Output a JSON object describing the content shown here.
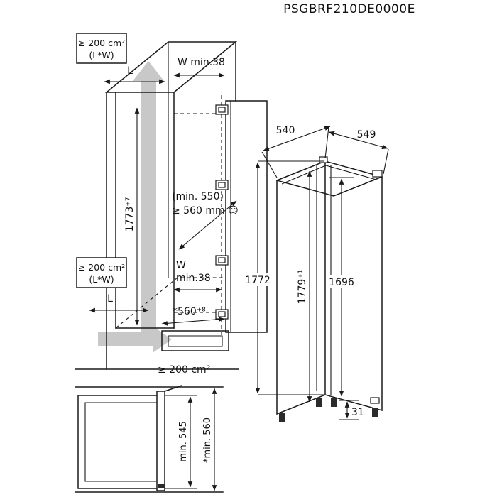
{
  "title": "PSGBRF210DE0000E",
  "labels": {
    "vent_top_area": "≥ 200 cm²",
    "vent_top_unit": "(L*W)",
    "vent_mid_area": "≥ 200 cm²",
    "vent_mid_unit": "(L*W)",
    "vent_bottom_area": "≥ 200 cm²",
    "l_top": "L",
    "l_mid": "L",
    "w_min_top": "W min.38",
    "w_mid": "W",
    "w_mid_value": "min.38",
    "niche_depth_min": "(min. 550)",
    "niche_depth_rec": "≥ 560 mm ☺",
    "niche_height": "1773⁺⁷",
    "niche_width_bottom": "*560⁺⁸"
  },
  "appliance": {
    "width": "540",
    "depth": "549",
    "height": "1772",
    "niche_height": "1779⁺¹",
    "door_height": "1696",
    "plinth_height": "31"
  },
  "top_view": {
    "depth_min": "min. 545",
    "depth_rec": "*min. 560"
  },
  "colors": {
    "line": "#1a1a1a",
    "airflow": "#c8c8c8"
  }
}
